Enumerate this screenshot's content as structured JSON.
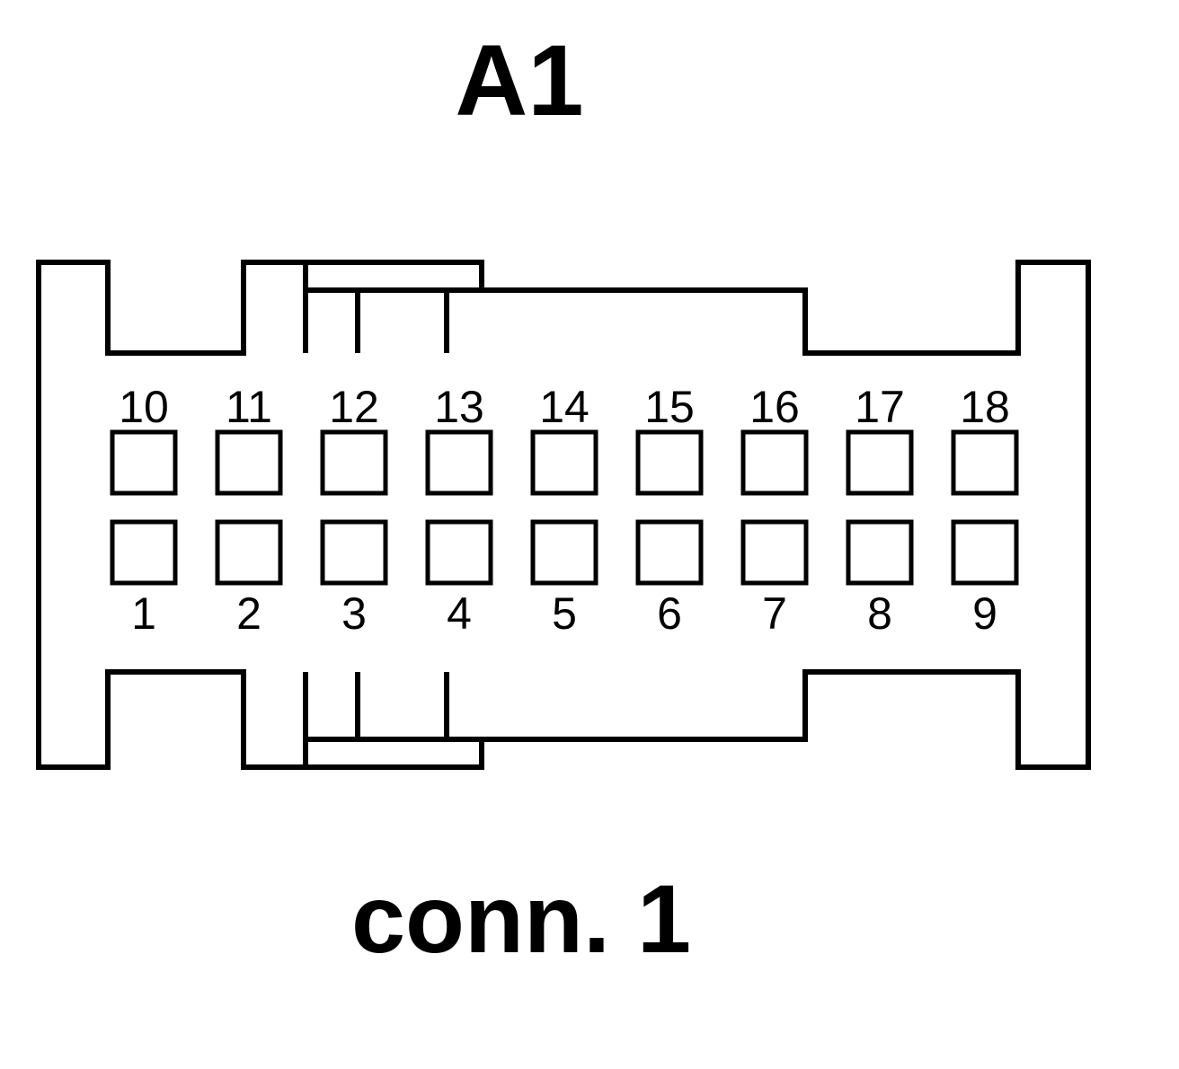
{
  "title": "A1",
  "caption": "conn. 1",
  "pins": {
    "top_row": [
      "10",
      "11",
      "12",
      "13",
      "14",
      "15",
      "16",
      "17",
      "18"
    ],
    "bottom_row": [
      "1",
      "2",
      "3",
      "4",
      "5",
      "6",
      "7",
      "8",
      "9"
    ]
  },
  "colors": {
    "stroke": "#000000",
    "background": "#ffffff"
  }
}
